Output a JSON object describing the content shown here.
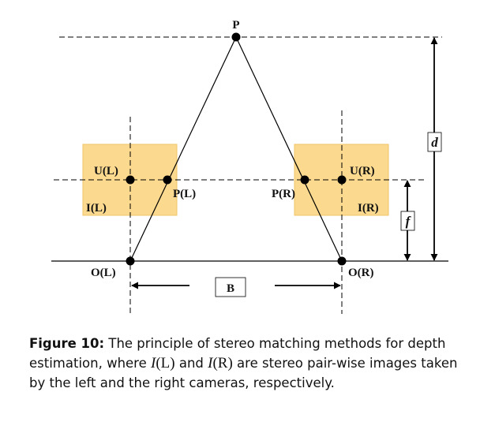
{
  "diagram": {
    "point_labels": {
      "p": "P",
      "u_left": "U(L)",
      "p_left": "P(L)",
      "i_left": "I(L)",
      "o_left": "O(L)",
      "u_right": "U(R)",
      "p_right": "P(R)",
      "i_right": "I(R)",
      "o_right": "O(R)"
    },
    "dimension_labels": {
      "baseline": "B",
      "depth": "d",
      "focal": "f"
    },
    "colors": {
      "image_plane_fill": "#fbd98e",
      "image_plane_stroke": "#efc56a",
      "line": "#000000"
    }
  },
  "caption": {
    "label": "Figure 10:",
    "text_1": " The principle of stereo matching methods for depth estimation, where ",
    "math_left_var": "I",
    "math_left_arg": "(L)",
    "text_2": " and ",
    "math_right_var": "I",
    "math_right_arg": "(R)",
    "text_3": " are stereo pair-wise images taken by the left and the right cameras, respectively."
  }
}
